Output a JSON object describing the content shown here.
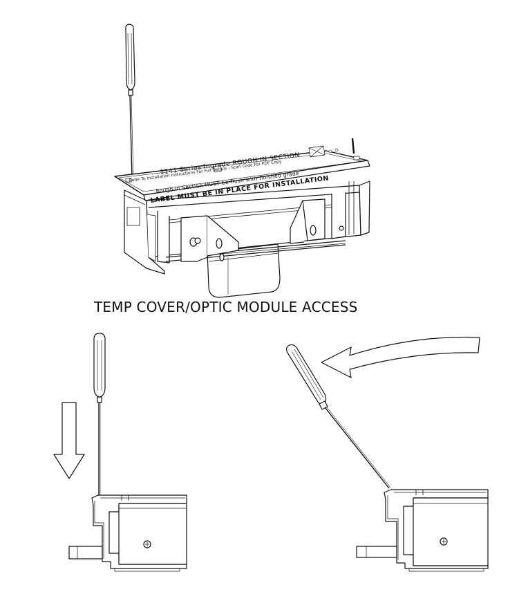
{
  "caption": "TEMP COVER/OPTIC MODULE ACCESS",
  "label": {
    "line1": "1141 Series Ingrade ROUGH IN SECTION",
    "line2": "Refer To Installation Instructions For Full Details - Scan Code For PDF Copy",
    "line3": "Rough In Section MUST be flush with finished grade",
    "line4": "LABEL MUST BE IN PLACE FOR INSTALLATION"
  },
  "colors": {
    "ink": "#111111",
    "paper": "#ffffff",
    "shade": "#e6e6e6"
  }
}
